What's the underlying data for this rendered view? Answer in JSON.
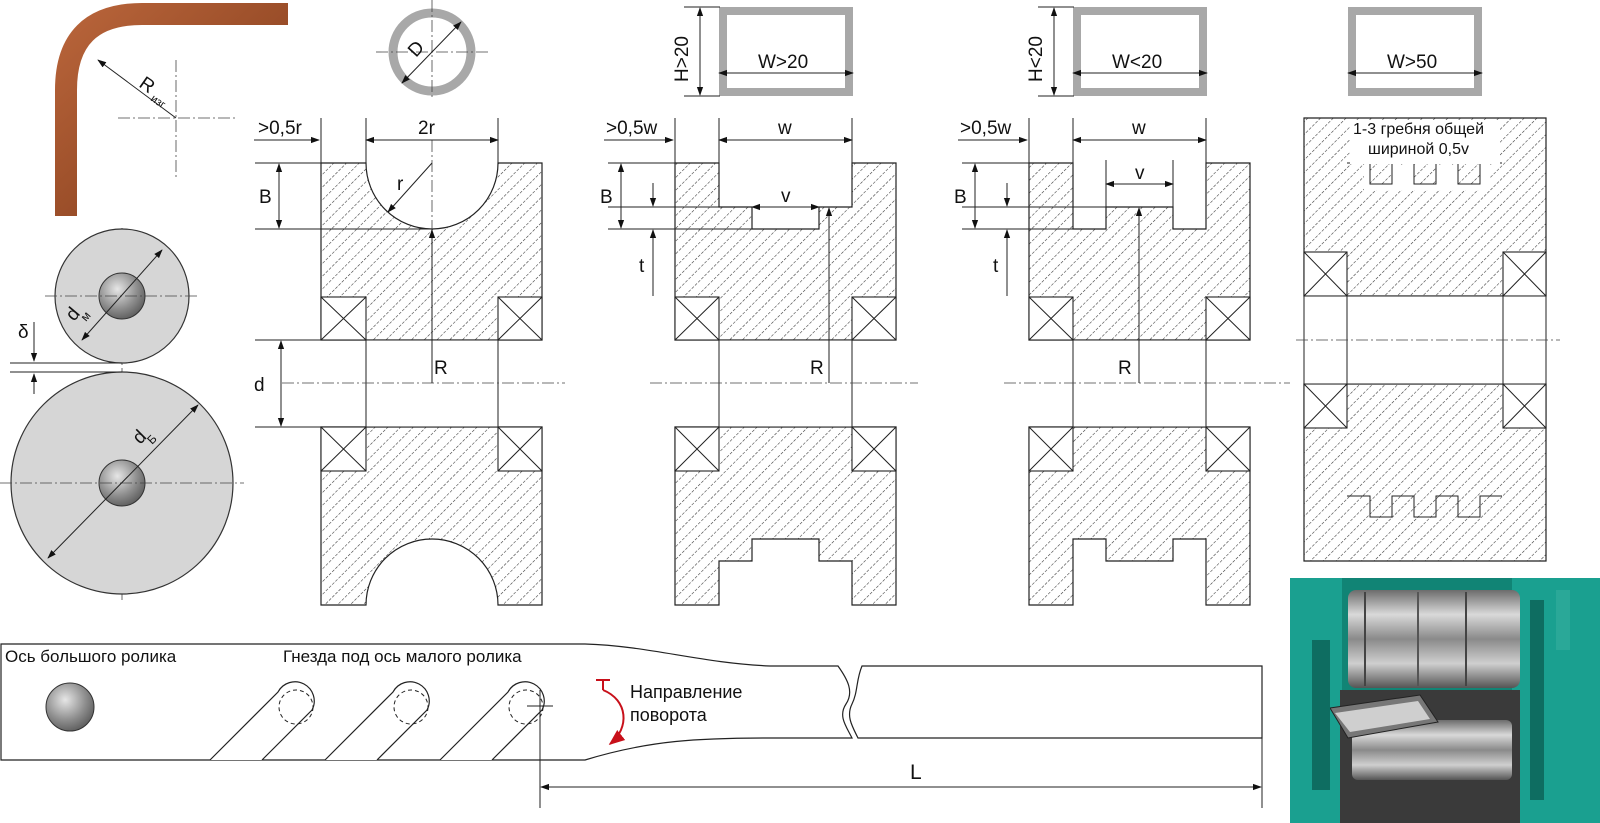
{
  "bend": {
    "radius_label": "R",
    "radius_sub": "изг"
  },
  "round_tube": {
    "diameter_label": "D"
  },
  "rollers": {
    "small_label": "d",
    "small_sub": "м",
    "large_label": "d",
    "large_sub": "Б",
    "gap_label": "δ"
  },
  "profiles": [
    {
      "height_label": "H>20",
      "width_label": "W>20"
    },
    {
      "height_label": "H<20",
      "width_label": "W<20"
    },
    {
      "width_label": "W>50"
    }
  ],
  "roller_sections": {
    "round": {
      "offset_label": ">0,5r",
      "groove_label": "2r",
      "radius_label": "r",
      "depth_label": "B",
      "bore_label": "d",
      "center_label": "R"
    },
    "rect_a": {
      "offset_label": ">0,5w",
      "width_label": "w",
      "rib_label": "v",
      "depth_label": "B",
      "thickness_label": "t",
      "center_label": "R"
    },
    "rect_b": {
      "offset_label": ">0,5w",
      "width_label": "w",
      "rib_label": "v",
      "depth_label": "B",
      "thickness_label": "t",
      "center_label": "R"
    },
    "wide": {
      "note_line1": "1-3 гребня общей",
      "note_line2": "шириной 0,5v"
    }
  },
  "lever": {
    "axis_label": "Ось большого ролика",
    "sockets_label": "Гнезда под ось малого ролика",
    "direction_line1": "Направление",
    "direction_line2": "поворота",
    "length_label": "L"
  },
  "colors": {
    "bend_pipe": "#9b4a25",
    "roller_fill": "#d6d6d6",
    "hub_fill": "#8a8a8a",
    "profile_stroke": "#a8a8a8",
    "direction_arrow": "#c8101a",
    "machine_body": "#1a9a8a"
  }
}
